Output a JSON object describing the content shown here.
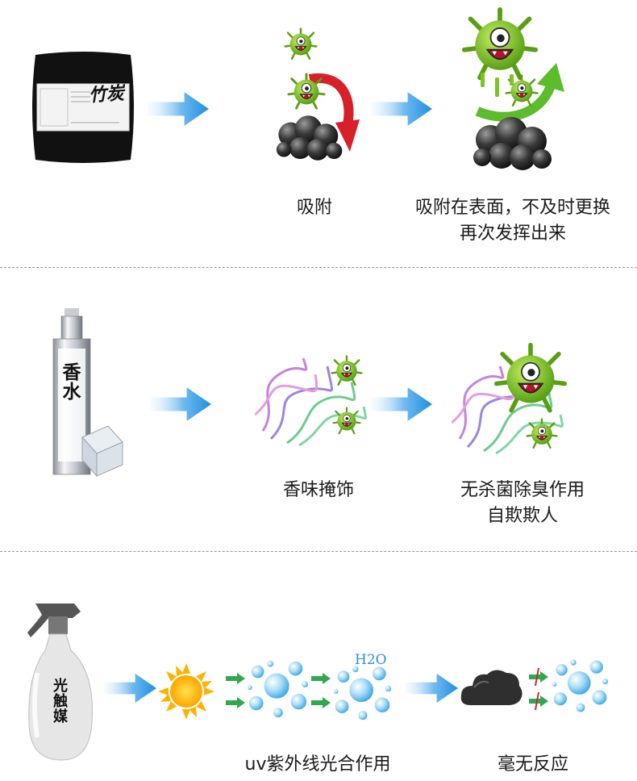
{
  "rows": [
    {
      "product_label": "竹炭",
      "captions": [
        {
          "lines": [
            "吸附"
          ]
        },
        {
          "lines": [
            "吸附在表面，不及时更换",
            "再次发挥出来"
          ]
        }
      ]
    },
    {
      "product_label": [
        "香",
        "水"
      ],
      "captions": [
        {
          "lines": [
            "香味掩饰"
          ]
        },
        {
          "lines": [
            "无杀菌除臭作用",
            "自欺欺人"
          ]
        }
      ]
    },
    {
      "product_label": [
        "光",
        "触",
        "媒"
      ],
      "water_label": "H2O",
      "captions": [
        {
          "lines": [
            "uv紫外线光合作用"
          ]
        },
        {
          "lines": [
            "毫无反应"
          ]
        }
      ]
    }
  ],
  "colors": {
    "arrow_blue": "#1f8fe0",
    "germ_green": "#7cc520",
    "divider": "#9a9a9a"
  },
  "icons": [
    "charcoal-bag-icon",
    "germ-icon",
    "charcoal-lump-icon",
    "red-curved-arrow-icon",
    "green-curved-arrow-icon",
    "perfume-bottle-icon",
    "smoke-icon",
    "spray-bottle-icon",
    "sun-icon",
    "bubble-icon",
    "cloud-icon"
  ]
}
